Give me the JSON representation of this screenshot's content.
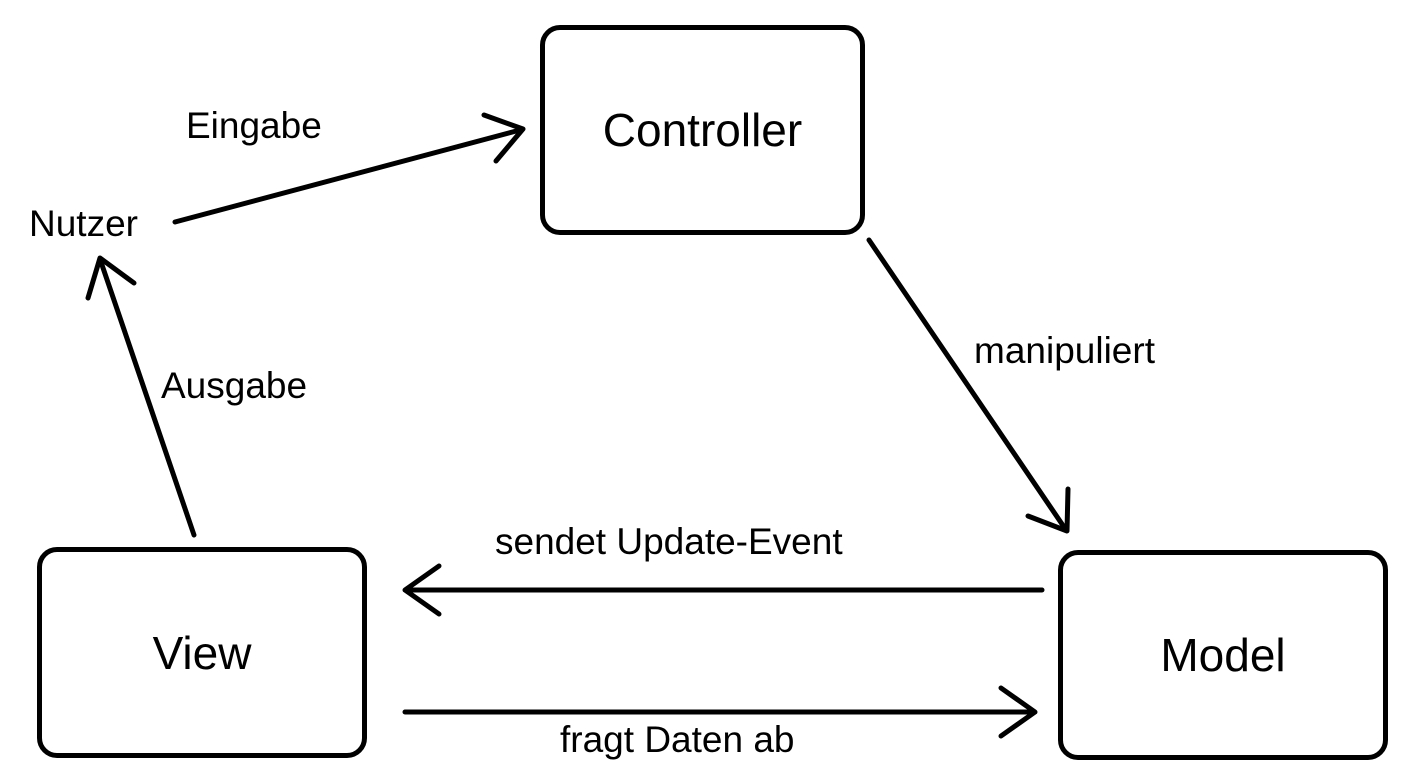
{
  "diagram": {
    "background_color": "#ffffff",
    "stroke_color": "#000000",
    "nodes": {
      "controller": {
        "label": "Controller"
      },
      "view": {
        "label": "View"
      },
      "model": {
        "label": "Model"
      }
    },
    "actor": {
      "label": "Nutzer"
    },
    "edges": [
      {
        "id": "eingabe",
        "label": "Eingabe",
        "from": "Nutzer",
        "to": "Controller"
      },
      {
        "id": "manipuliert",
        "label": "manipuliert",
        "from": "Controller",
        "to": "Model"
      },
      {
        "id": "update",
        "label": "sendet Update-Event",
        "from": "Model",
        "to": "View"
      },
      {
        "id": "fragt",
        "label": "fragt Daten ab",
        "from": "View",
        "to": "Model"
      },
      {
        "id": "ausgabe",
        "label": "Ausgabe",
        "from": "View",
        "to": "Nutzer"
      }
    ]
  }
}
